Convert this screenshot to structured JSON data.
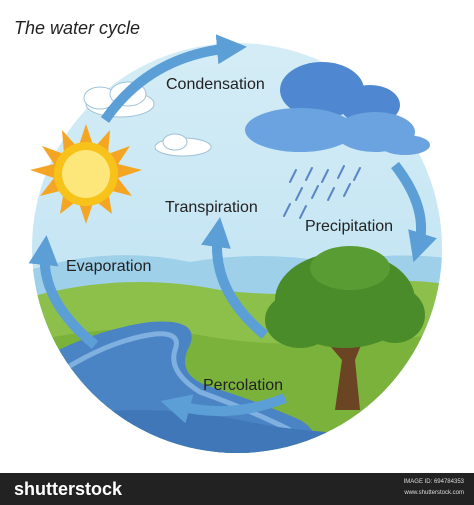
{
  "title": "The water cycle",
  "labels": {
    "condensation": "Condensation",
    "precipitation": "Precipitation",
    "transpiration": "Transpiration",
    "evaporation": "Evaporation",
    "percolation": "Percolation"
  },
  "footer": {
    "brand": "shutterstock",
    "image_id": "IMAGE ID: 694784353",
    "url": "www.shutterstock.com"
  },
  "colors": {
    "sky": "#cfe8f3",
    "arrow": "#5b9fd6",
    "cloud_rain": "#5b8fd3",
    "sun": "#f7c21a",
    "grass": "#8cc04a",
    "water": "#4b84c4",
    "tree": "#4a8c2a",
    "trunk": "#6b4423"
  }
}
